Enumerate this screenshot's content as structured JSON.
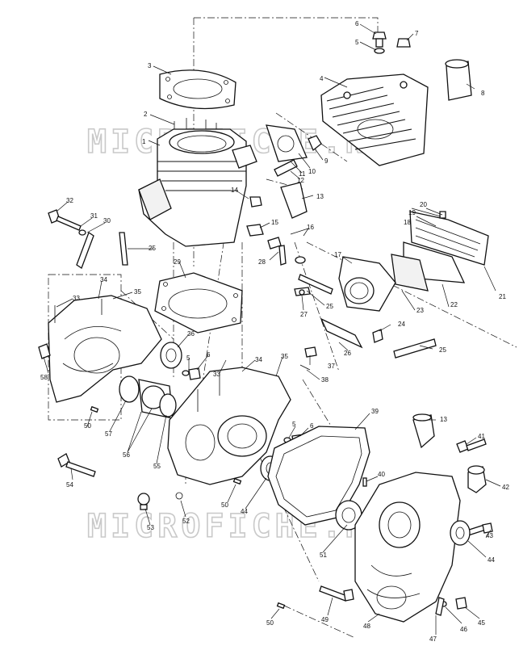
{
  "watermark": {
    "text": "MICROFICHE.NET"
  },
  "callouts": [
    "1",
    "2",
    "3",
    "4",
    "5",
    "6",
    "7",
    "8",
    "9",
    "10",
    "11",
    "12",
    "13",
    "14",
    "15",
    "16",
    "17",
    "18",
    "19",
    "20",
    "21",
    "22",
    "23",
    "24",
    "25",
    "26",
    "27",
    "28",
    "29",
    "30",
    "31",
    "32",
    "33",
    "34",
    "35",
    "36",
    "37",
    "38",
    "39",
    "40",
    "41",
    "42",
    "43",
    "44",
    "45",
    "46",
    "47",
    "48",
    "49",
    "50",
    "51",
    "52",
    "53",
    "54",
    "55",
    "56",
    "57",
    "58"
  ]
}
